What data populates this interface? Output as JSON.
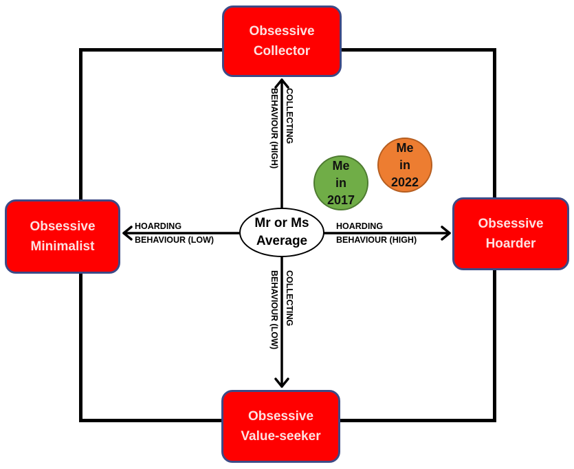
{
  "boxes": {
    "top": {
      "line1": "Obsessive",
      "line2": "Collector"
    },
    "left": {
      "line1": "Obsessive",
      "line2": "Minimalist"
    },
    "right": {
      "line1": "Obsessive",
      "line2": "Hoarder"
    },
    "bottom": {
      "line1": "Obsessive",
      "line2": "Value-seeker"
    }
  },
  "center": {
    "line1": "Mr or Ms",
    "line2": "Average"
  },
  "markers": [
    {
      "line1": "Me",
      "line2": "in",
      "line3": "2017",
      "color": "#70ad47"
    },
    {
      "line1": "Me",
      "line2": "in",
      "line3": "2022",
      "color": "#ed7d31"
    }
  ],
  "axes": {
    "up": {
      "line1": "COLLECTING",
      "line2": "BEHAVIOUR (HIGH)"
    },
    "down": {
      "line1": "COLLECTING",
      "line2": "BEHAVIOUR (LOW)"
    },
    "left": {
      "line1": "HOARDING",
      "line2": "BEHAVIOUR (LOW)"
    },
    "right": {
      "line1": "HOARDING",
      "line2": "BEHAVIOUR (HIGH)"
    }
  },
  "colors": {
    "box_fill": "#ff0000",
    "box_border": "#3d4a86",
    "box_text": "#fde1e1"
  }
}
